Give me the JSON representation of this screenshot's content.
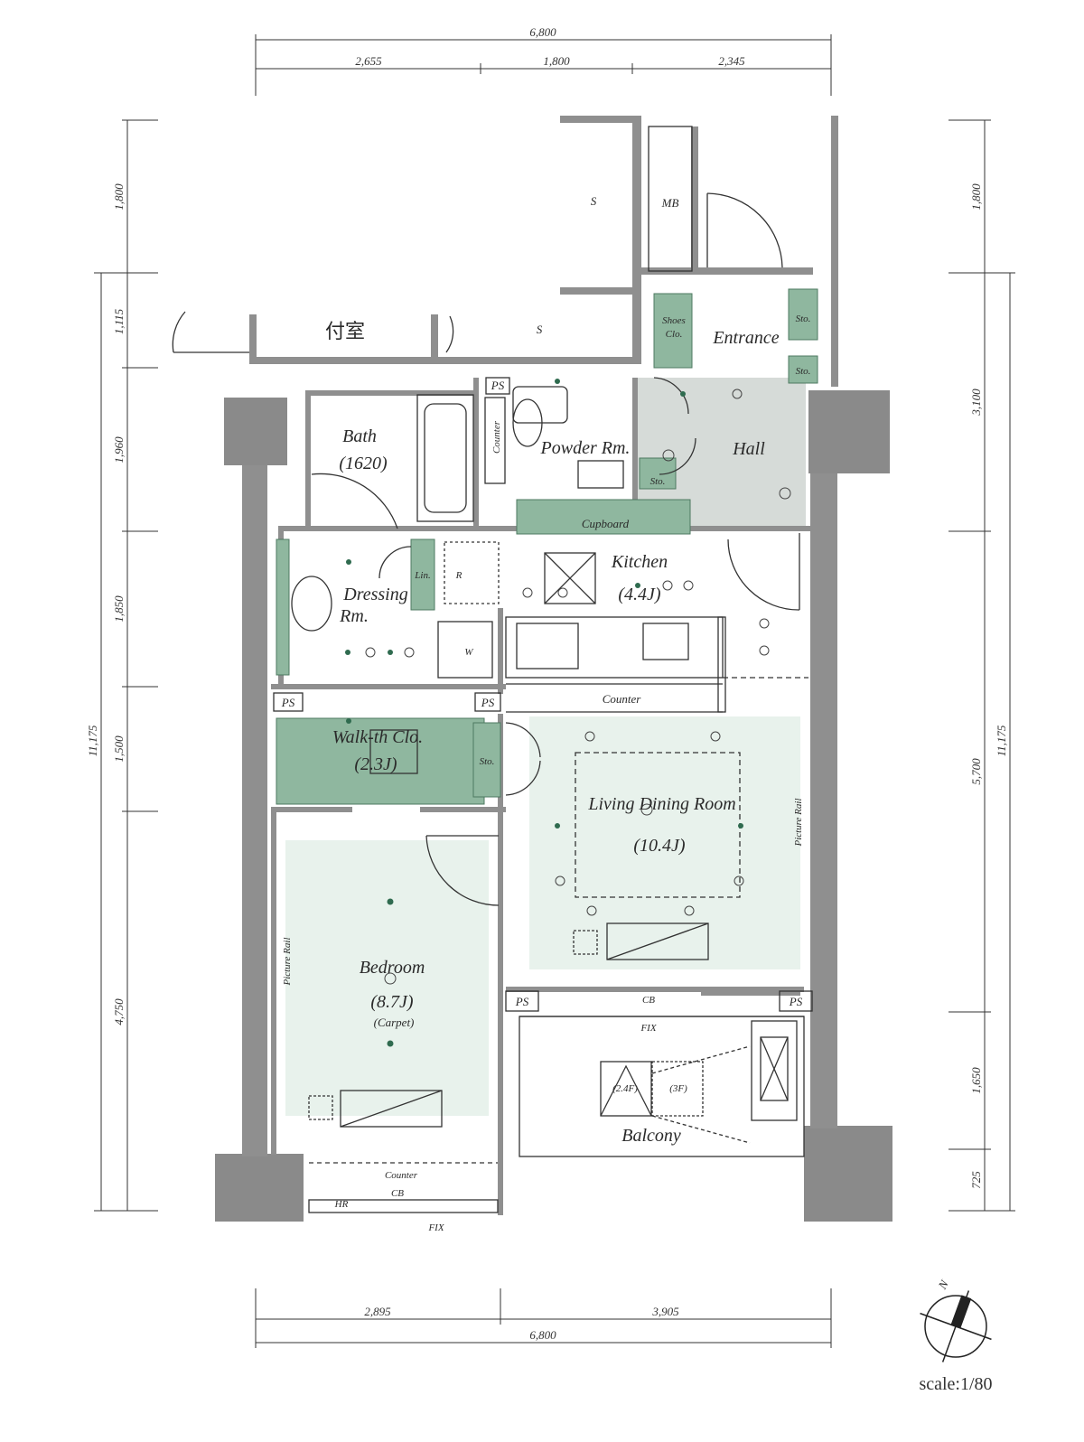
{
  "dimensions": {
    "top_total": "6,800",
    "top_segments": [
      "2,655",
      "1,800",
      "2,345"
    ],
    "bottom_segments": [
      "2,895",
      "3,905"
    ],
    "bottom_total": "6,800",
    "left_upper": "1,800",
    "left_total": "11,175",
    "left_segments": [
      "1,115",
      "1,960",
      "1,850",
      "1,500",
      "4,750"
    ],
    "right_upper": "1,800",
    "right_segments": [
      "3,100",
      "5,700",
      "1,650",
      "725"
    ],
    "right_total": "11,175"
  },
  "rooms": {
    "annex": "付室",
    "storage_s1": "S",
    "storage_s2": "S",
    "mb": "MB",
    "shoes_closet": [
      "Shoes",
      "Clo."
    ],
    "entrance": "Entrance",
    "sto_1": "Sto.",
    "sto_2": "Sto.",
    "ps_top": "PS",
    "bath_name": "Bath",
    "bath_size": "(1620)",
    "counter_vertical": "Counter",
    "powder_room": "Powder Rm.",
    "hall": "Hall",
    "hall_sto": "Sto.",
    "cupboard": "Cupboard",
    "kitchen_name": "Kitchen",
    "kitchen_size": "(4.4J)",
    "dressing": [
      "Dressing",
      "Rm."
    ],
    "lin": "Lin.",
    "washer": "W",
    "fridge": "R",
    "counter_kitchen": "Counter",
    "ps_left": "PS",
    "ps_mid": "PS",
    "walkin_name": "Walk-th Clo.",
    "walkin_size": "(2.3J)",
    "ldr_sto": "Sto.",
    "ldr_name": "Living Dining Room",
    "ldr_size": "(10.4J)",
    "picture_rail_right": "Picture Rail",
    "bedroom_name": "Bedroom",
    "bedroom_size": "(8.7J)",
    "bedroom_floor": "(Carpet)",
    "picture_rail_left": "Picture Rail",
    "bedroom_counter": "Counter",
    "bedroom_cb": "CB",
    "bedroom_fix": "FIX",
    "bedroom_hr": "HR",
    "ps_bottom_left": "PS",
    "ps_bottom_right": "PS",
    "ldr_cb": "CB",
    "balcony": "Balcony",
    "balcony_fix": "FIX",
    "balcony_unit_1": "(2.4F)",
    "balcony_unit_2": "(3F)"
  },
  "compass": {
    "north_label": "N"
  },
  "scale": "scale:1/80",
  "colors": {
    "storage_green": "#8fb79f",
    "floor_tint": "#e8f2ec",
    "hall_grey": "#d6dbd8",
    "wall": "#8f8f8f"
  }
}
